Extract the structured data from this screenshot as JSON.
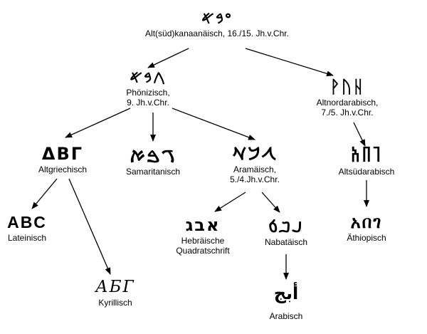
{
  "nodes": {
    "canaanite": {
      "glyphs": "𐤏𐤁𐤀",
      "label": "Alt(süd)kanaanäisch, 16./15. Jh.v.Chr."
    },
    "phoenician": {
      "glyphs": "𐤂𐤁𐤀",
      "label1": "Phönizisch,",
      "label2": "9. Jh.v.Chr."
    },
    "old_north_arabian": {
      "glyphs": "ᚹᚢᚺ",
      "label1": "Altnordarabisch,",
      "label2": "7./5. Jh.v.Chr."
    },
    "greek": {
      "glyphs": "ΔΒΓ",
      "label": "Altgriechisch"
    },
    "samaritan": {
      "glyphs": "ࠂࠁࠀ",
      "label": "Samaritanisch"
    },
    "aramaic": {
      "glyphs": "𐡂𐡁𐡀",
      "label1": "Aramäisch,",
      "label2": "5./4.Jh.v.Chr."
    },
    "old_south_arabian": {
      "glyphs": "𐩴𐩨𐩱",
      "label": "Altsüdarabisch"
    },
    "latin": {
      "glyphs": "ABC",
      "label": "Lateinisch"
    },
    "hebrew": {
      "glyphs": "אבג",
      "label1": "Hebräische",
      "label2": "Quadratschrift"
    },
    "nabataean": {
      "glyphs": "𐢃𐢂𐢁",
      "label": "Nabatäisch"
    },
    "ethiopic": {
      "glyphs": "አበገ",
      "label": "Äthiopisch"
    },
    "cyrillic": {
      "glyphs": "АБГ",
      "label": "Kyrillisch"
    },
    "arabic": {
      "glyphs": "أبج",
      "label": "Arabisch"
    }
  }
}
